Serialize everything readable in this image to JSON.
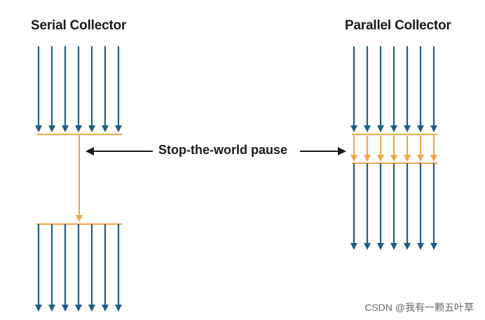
{
  "diagram": {
    "serial_title": "Serial Collector",
    "parallel_title": "Parallel Collector",
    "pause_label": "Stop-the-world pause",
    "colors": {
      "thread": "#1f5d85",
      "gc": "#f0a64b",
      "text": "#1a1a1a"
    }
  },
  "watermark": "CSDN @我有一颗五叶草"
}
